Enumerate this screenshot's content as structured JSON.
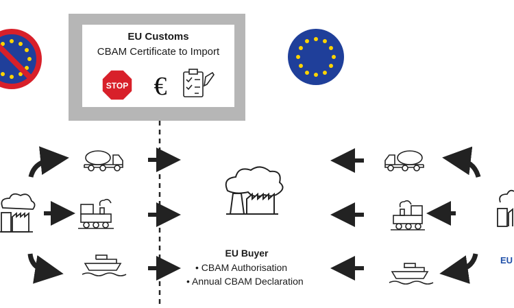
{
  "customs_box": {
    "title": "EU Customs",
    "subtitle": "CBAM Certificate to Import",
    "stop_sign_text": "STOP",
    "euro_symbol": "€",
    "checklist_icon": "checklist-icon"
  },
  "buyer": {
    "title": "EU Buyer",
    "items": [
      "• CBAM Authorisation",
      "• Annual CBAM Declaration"
    ]
  },
  "right_label": "EU",
  "icons": {
    "left_flag": "prohibited-eu-flag-icon",
    "right_flag": "eu-flag-icon",
    "factory": "factory-icon",
    "truck": "cement-truck-icon",
    "train": "train-icon",
    "ship": "ship-icon"
  },
  "colors": {
    "prohibited_red": "#d8202a",
    "eu_blue": "#1f3f9a",
    "eu_star": "#ffd400",
    "box_border": "#aaaaaa",
    "arrow": "#222222"
  }
}
